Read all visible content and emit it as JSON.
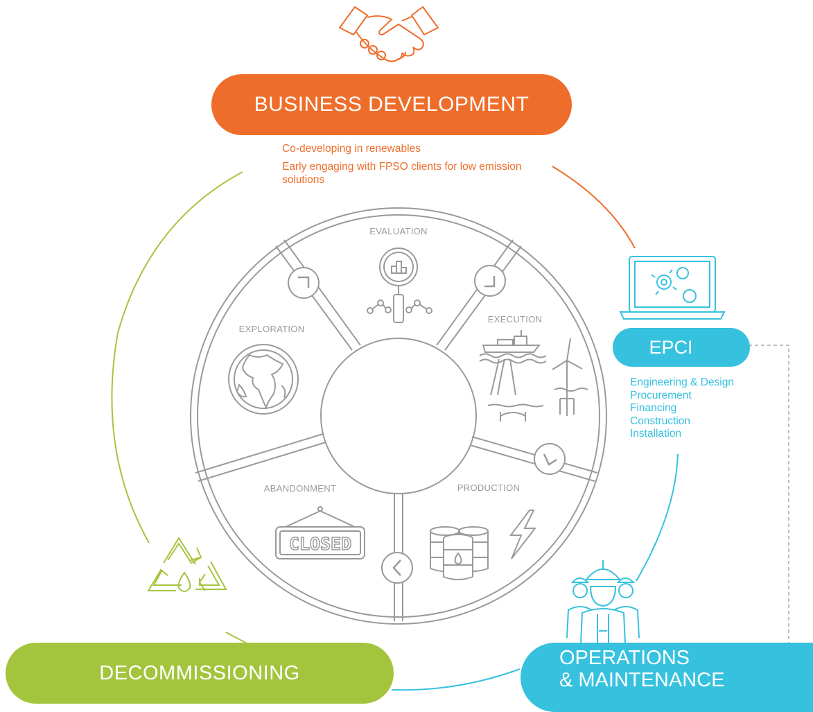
{
  "phases": {
    "business_development": {
      "title": "BUSINESS DEVELOPMENT",
      "notes": [
        "Co-developing in renewables",
        "Early engaging with FPSO clients for low emission solutions"
      ]
    },
    "epci": {
      "title": "EPCI",
      "notes": [
        "Engineering & Design",
        "Procurement",
        "Financing",
        "Construction",
        "Installation"
      ]
    },
    "operations": {
      "title_line1": "OPERATIONS",
      "title_line2": "& MAINTENANCE"
    },
    "decommissioning": {
      "title": "DECOMMISSIONING"
    }
  },
  "lifecycle": {
    "evaluation": "EVALUATION",
    "exploration": "EXPLORATION",
    "execution": "EXECUTION",
    "production": "PRODUCTION",
    "abandonment": "ABANDONMENT",
    "closed_sign": "CLOSED"
  },
  "colors": {
    "orange": "#ef6d2a",
    "blue": "#36c1df",
    "green": "#a5c43e",
    "grey": "#9a9a9a"
  },
  "icons": [
    "handshake-icon",
    "laptop-gears-icon",
    "workers-icon",
    "recycle-drop-icon",
    "magnifier-chart-icon",
    "globe-icon",
    "offshore-wind-icon",
    "oil-barrels-icon",
    "lightning-icon",
    "closed-sign-icon"
  ]
}
